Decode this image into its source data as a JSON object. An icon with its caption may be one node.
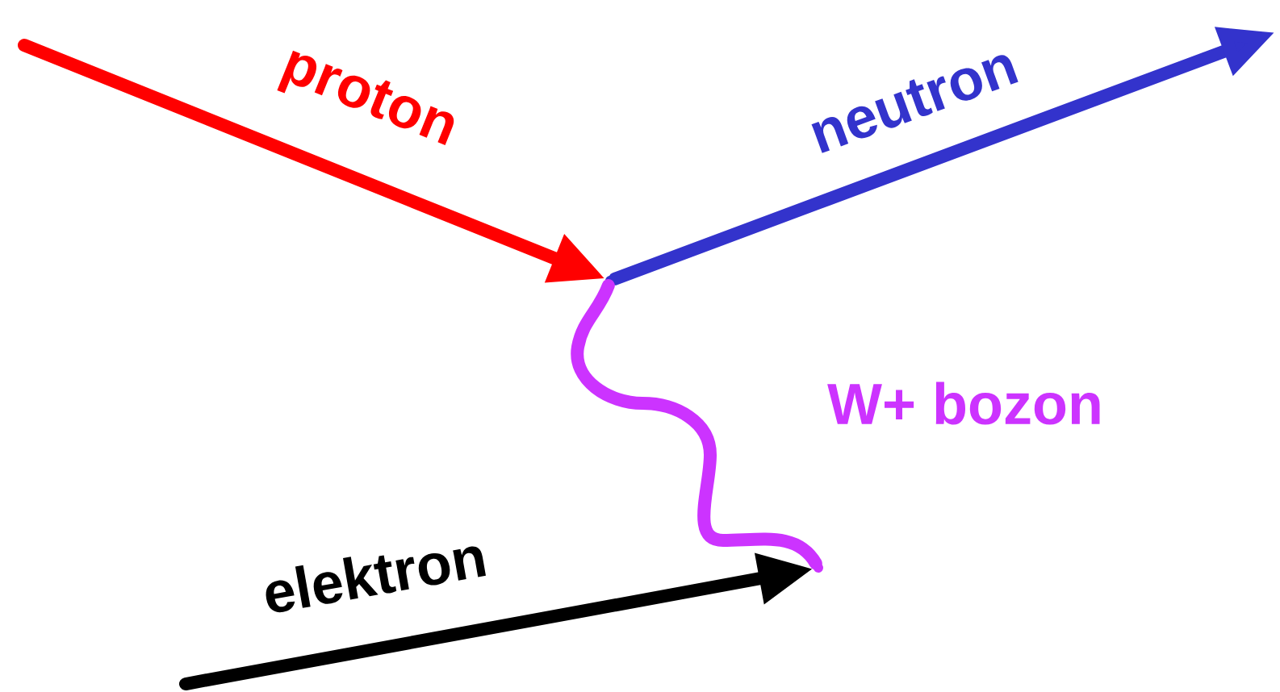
{
  "diagram": {
    "nodes": [
      {
        "text": [],
        "shape": "point"
      },
      {
        "text": [],
        "shape": "point"
      }
    ],
    "edges": [
      {
        "from": null,
        "to": 0,
        "arrow": "to",
        "label": "proton",
        "color": "#ff0000"
      },
      {
        "from": 0,
        "to": null,
        "arrow": "to",
        "label": "neutron",
        "color": "#3333cc"
      },
      {
        "from": 0,
        "to": 1,
        "arrow": "none",
        "label": "W+ bozon",
        "color": "#cc33ff"
      },
      {
        "from": null,
        "to": 1,
        "arrow": "to",
        "label": "elektron",
        "color": "#000000"
      }
    ]
  }
}
